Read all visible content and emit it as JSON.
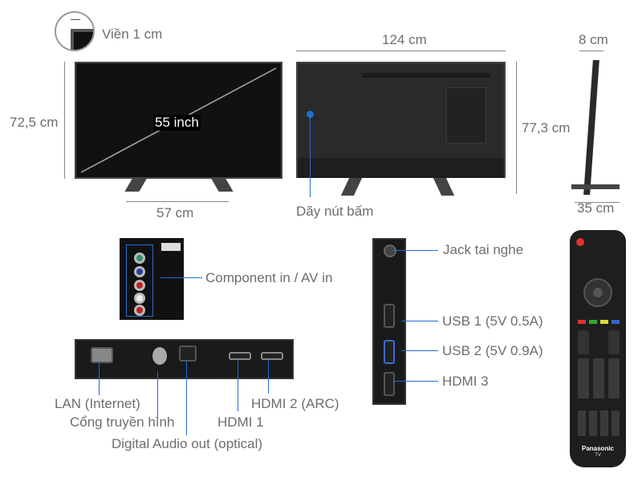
{
  "front": {
    "bezel_label": "Viền 1 cm",
    "height_label": "72,5 cm",
    "diagonal_label": "55 inch",
    "stand_width_label": "57 cm"
  },
  "back": {
    "width_label": "124 cm",
    "height_label": "77,3 cm",
    "button_label": "Dãy nút bấm"
  },
  "side": {
    "depth_label": "8 cm",
    "stand_depth_label": "35 cm"
  },
  "ports": {
    "component": "Component in / AV in",
    "lan": "LAN (Internet)",
    "antenna": "Cổng truyền hình",
    "optical": "Digital Audio out (optical)",
    "hdmi1": "HDMI 1",
    "hdmi2": "HDMI 2 (ARC)",
    "headphone": "Jack tai nghe",
    "usb1": "USB 1 (5V 0.5A)",
    "usb2": "USB 2 (5V 0.9A)",
    "hdmi3": "HDMI 3"
  },
  "remote": {
    "brand": "Panasonic",
    "sub": "TV"
  },
  "colors": {
    "accent_line": "#1f6fd6",
    "text": "#6d6d6d"
  }
}
